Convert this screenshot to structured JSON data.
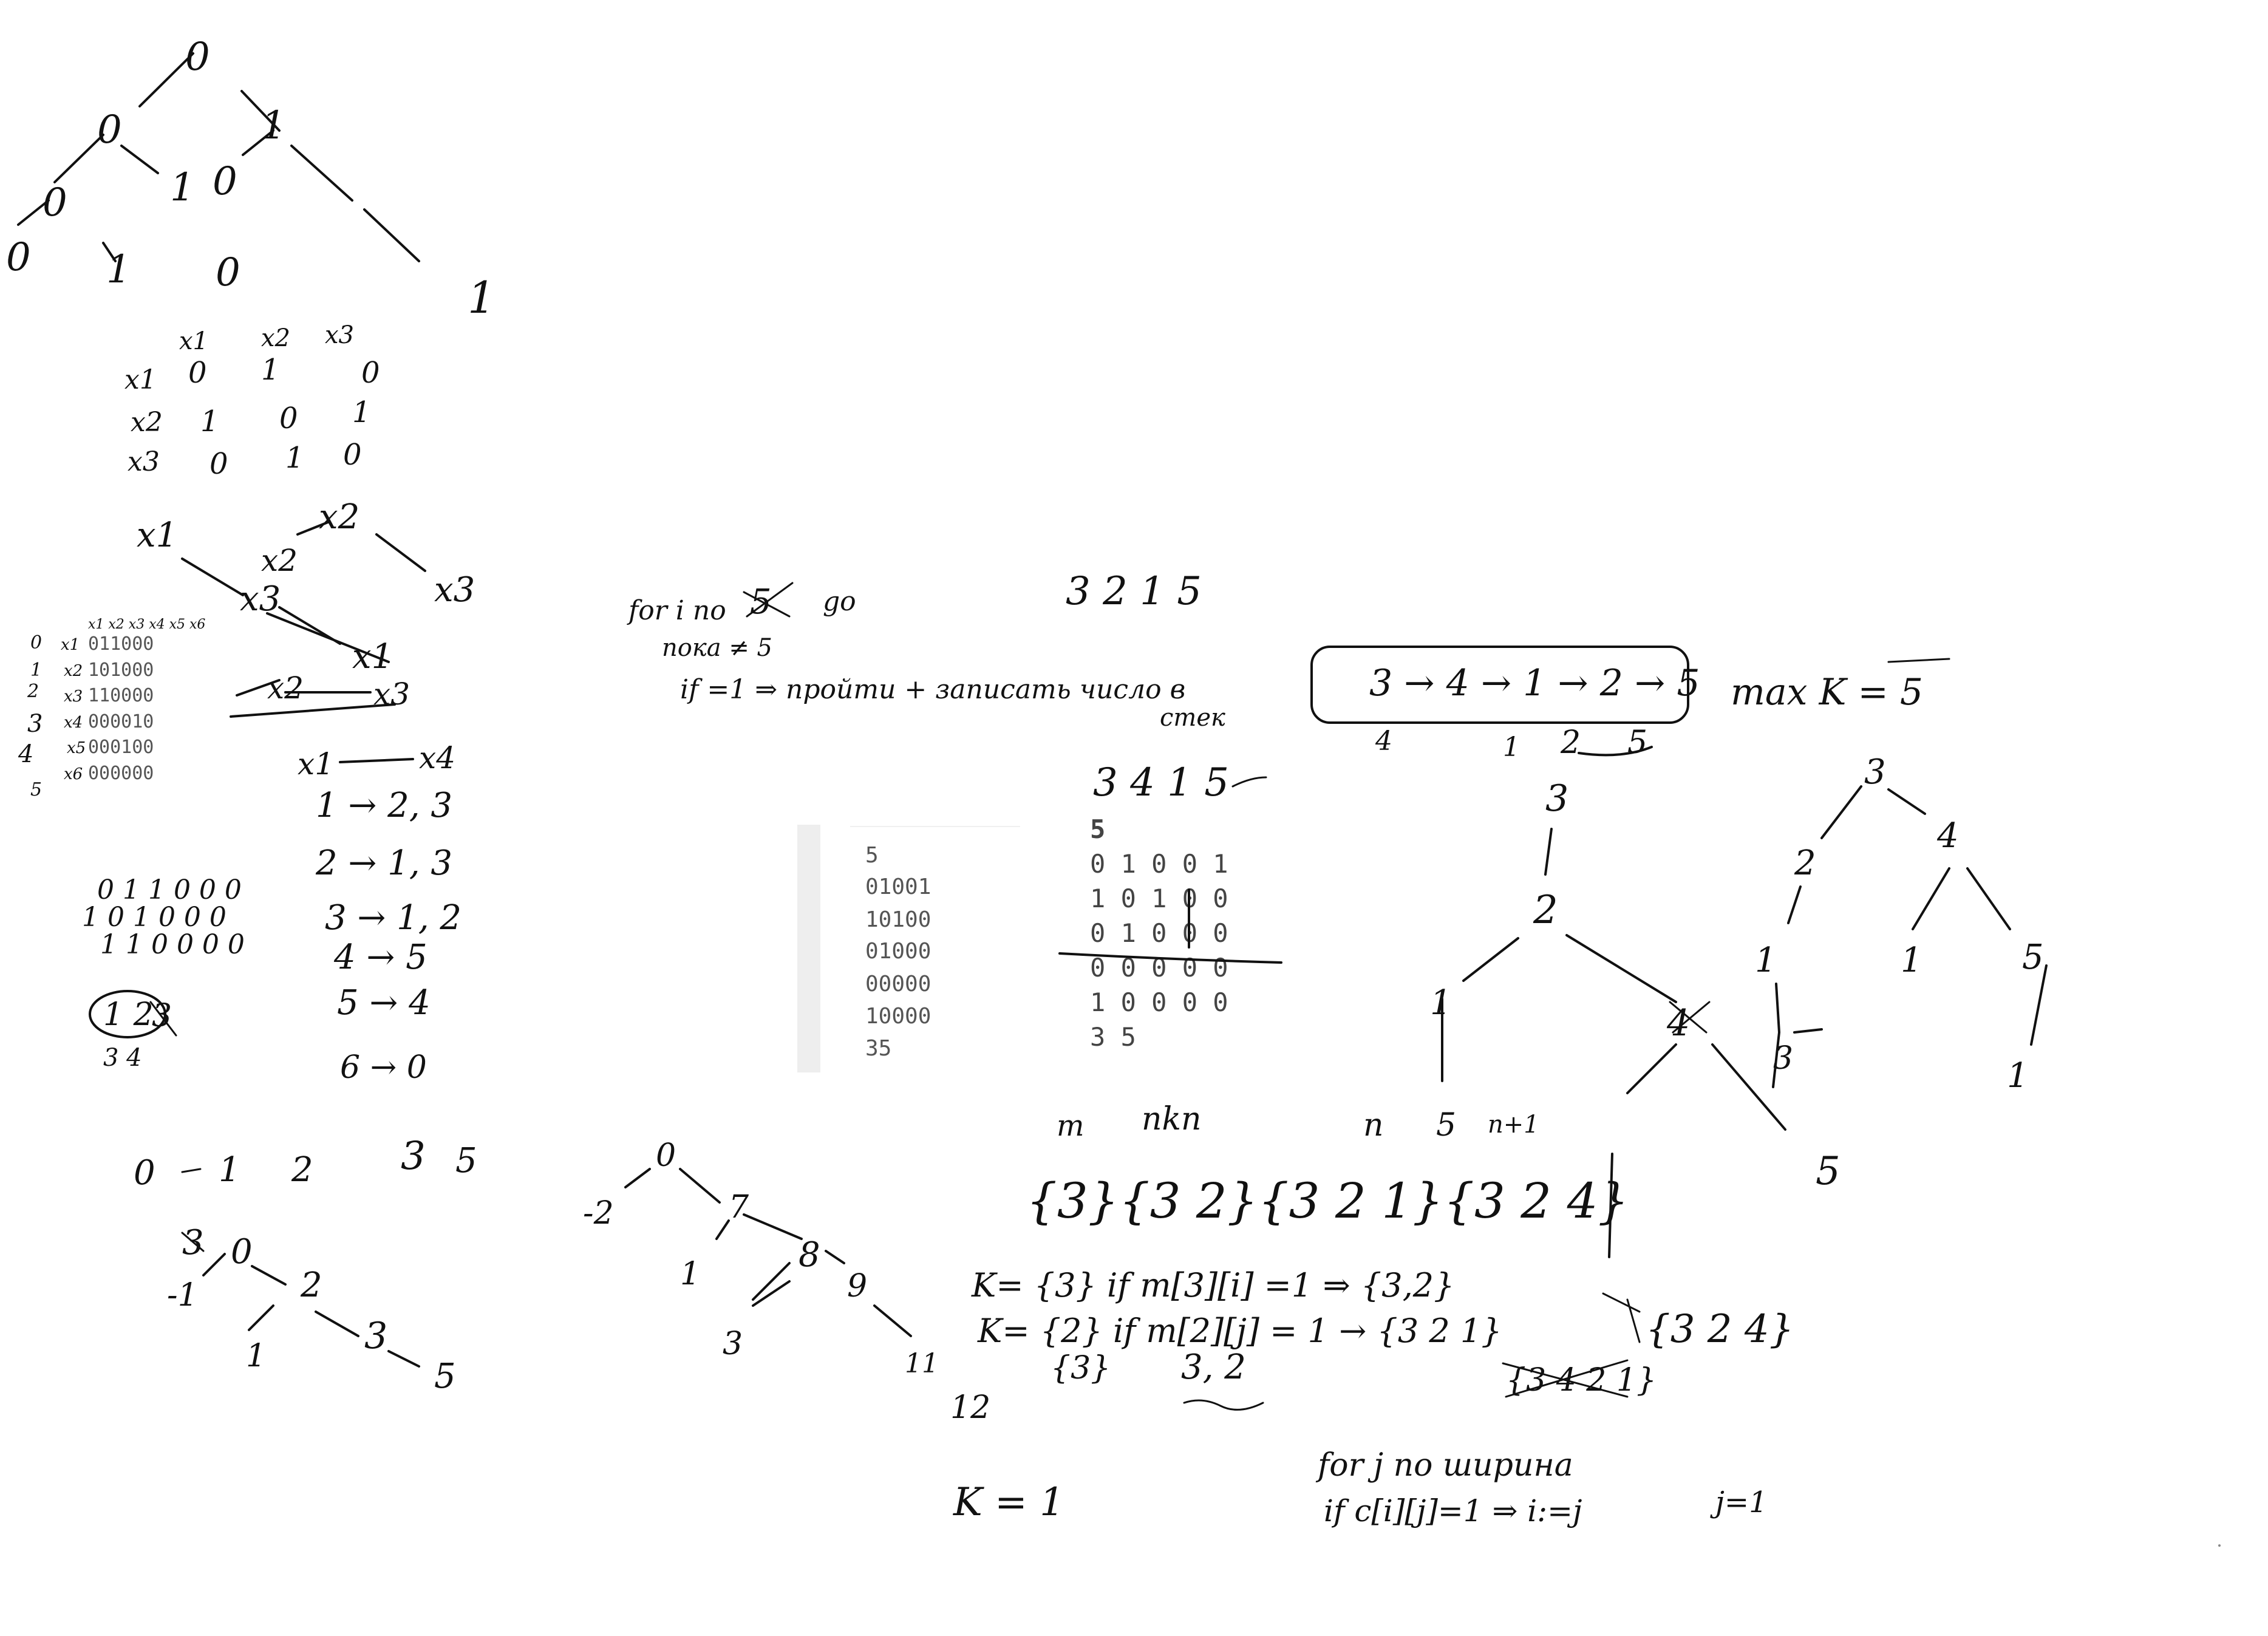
{
  "board": {
    "background": "#ffffff",
    "ink_color": "#111111",
    "tree1": {
      "nodes": [
        "0",
        "0",
        "1",
        "0",
        "0",
        "1",
        "0",
        "1",
        "0",
        "1"
      ]
    },
    "matrix1": {
      "header": [
        "x1",
        "x2",
        "x3"
      ],
      "rows": [
        {
          "label": "x1",
          "cells": [
            "0",
            "1",
            "0"
          ]
        },
        {
          "label": "x2",
          "cells": [
            "1",
            "0",
            "1"
          ]
        },
        {
          "label": "x3",
          "cells": [
            "0",
            "1",
            "0"
          ]
        }
      ]
    },
    "graph1": {
      "nodes": [
        "x1",
        "x2",
        "x2",
        "x3",
        "x3",
        "x1",
        "x2",
        "x3",
        "x1",
        "x4"
      ]
    },
    "matrix2": {
      "header": "x1 x2 x3 x4 x5 x6",
      "row_indices": [
        "0",
        "1",
        "2",
        "3",
        "4",
        "5"
      ],
      "rows": [
        {
          "label": "x1",
          "value": "011000"
        },
        {
          "label": "x2",
          "value": "101000"
        },
        {
          "label": "x3",
          "value": "110000"
        },
        {
          "label": "x4",
          "value": "000010"
        },
        {
          "label": "x5",
          "value": "000100"
        },
        {
          "label": "x6",
          "value": "000000"
        }
      ]
    },
    "adjacency_list": [
      "1 → 2, 3",
      "2 → 1, 3",
      "3 → 1, 2",
      "4 → 5",
      "5 → 4",
      "6 → 0"
    ],
    "matrix3_rows": [
      "0 1 1 0 0 0",
      "1 0 1 0 0 0",
      "1 1 0 0 0 0"
    ],
    "circled": {
      "inside": "1 2",
      "struck": "3",
      "below": "3 4"
    },
    "number_line": [
      "0",
      "1",
      "2",
      "3",
      "5"
    ],
    "tree2": {
      "nodes": [
        "0",
        "-1",
        "2",
        "1",
        "3",
        "5"
      ],
      "struck": "3"
    },
    "tree3": {
      "nodes": [
        "0",
        "-2",
        "7",
        "1",
        "8",
        "9",
        "3",
        "11",
        "12"
      ]
    },
    "pseudo1": {
      "line1": "for i no",
      "struck": "5",
      "line1_end": "go",
      "line2": "пока ≠ 5",
      "line3": "if =1 ⇒ пройти + записать число в",
      "line3_end": "стек"
    },
    "top_seq": "3 2 1 5",
    "boxed_path": "3 → 4 → 1 → 2 → 5",
    "boxed_below": [
      "4",
      "1",
      "2",
      "5"
    ],
    "k_label": "max K = 5",
    "input_file": {
      "lines": [
        "5",
        "01001",
        "10100",
        "01000",
        "00000",
        "10000",
        "35"
      ]
    },
    "handwritten_seq": "3 4 1 5",
    "input_copy": {
      "lines": [
        "5",
        "0 1 0 0 1",
        "1 0 1 0 0",
        "0 1 0 0 0",
        "0 0 0 0 0",
        "1 0 0 0 0",
        "3 5"
      ]
    },
    "tree4": {
      "nodes": [
        "3",
        "2",
        "1",
        "4",
        "5"
      ]
    },
    "tree5": {
      "nodes": [
        "3",
        "2",
        "4",
        "1",
        "1",
        "5",
        "3",
        "1"
      ]
    },
    "sets": {
      "labels": [
        "m",
        "nkn",
        "n",
        "5",
        "n+1"
      ],
      "line": "{3}{3 2}{3 2 1}{3 2 4}",
      "k1": "K= {3}  if  m[3][i] =1 ⇒ {3,2}",
      "k2": "K= {2}  if  m[2][j] = 1 → {3 2 1}",
      "k2_end": "{3 2 4}",
      "k3": "{3}",
      "pair": "3, 2",
      "struck": "{3 4 2 1}"
    },
    "k_eq": "K = 1",
    "loop": {
      "line1": "for j no ширина",
      "line2": "if c[i][j]=1  ⇒  i:=j",
      "line2_end": "j=1"
    }
  }
}
